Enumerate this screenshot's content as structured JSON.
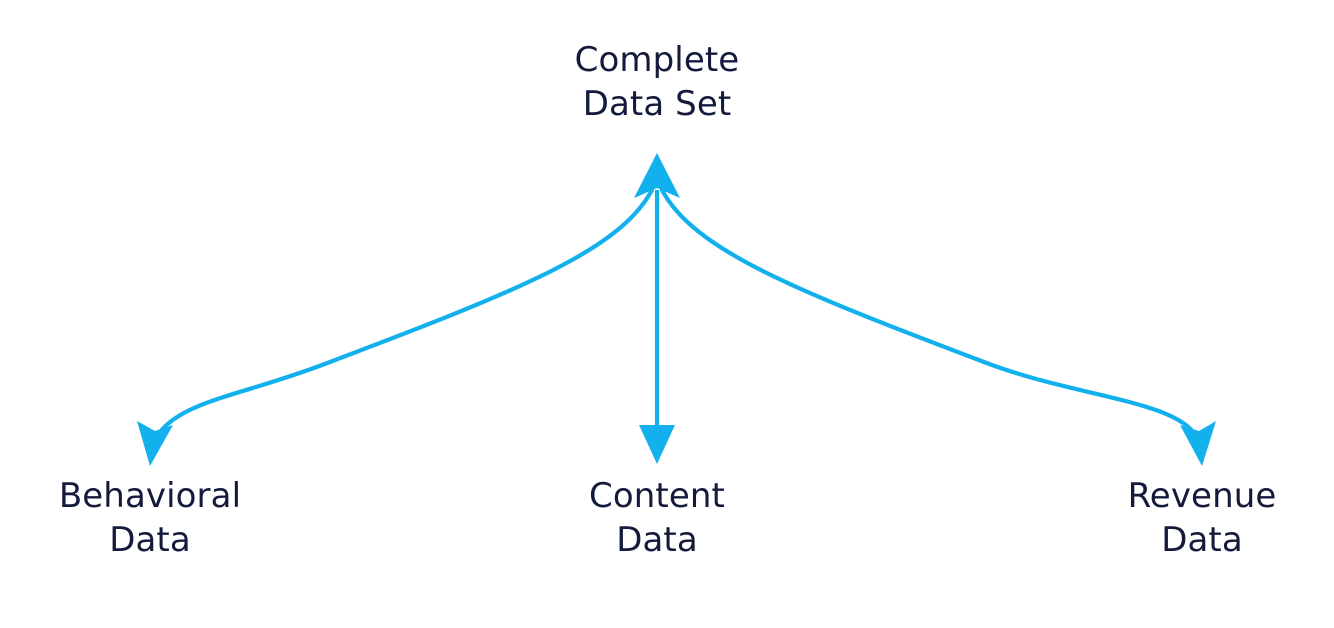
{
  "diagram": {
    "type": "hub-and-spoke-arrow-diagram",
    "background_color": "#ffffff",
    "arrow_color": "#12b0ed",
    "text_color": "#141a3c",
    "hub": {
      "id": "complete-data-set",
      "line1": "Complete",
      "line2": "Data Set"
    },
    "leaves": [
      {
        "id": "behavioral-data",
        "line1": "Behavioral",
        "line2": "Data"
      },
      {
        "id": "content-data",
        "line1": "Content",
        "line2": "Data"
      },
      {
        "id": "revenue-data",
        "line1": "Revenue",
        "line2": "Data"
      }
    ],
    "connectors": [
      {
        "id": "hub-to-behavioral",
        "from": "complete-data-set",
        "to": "behavioral-data",
        "style": "curved",
        "arrowheads": "both"
      },
      {
        "id": "hub-to-content",
        "from": "complete-data-set",
        "to": "content-data",
        "style": "straight-vertical",
        "arrowheads": "both"
      },
      {
        "id": "hub-to-revenue",
        "from": "complete-data-set",
        "to": "revenue-data",
        "style": "curved",
        "arrowheads": "both"
      }
    ]
  }
}
